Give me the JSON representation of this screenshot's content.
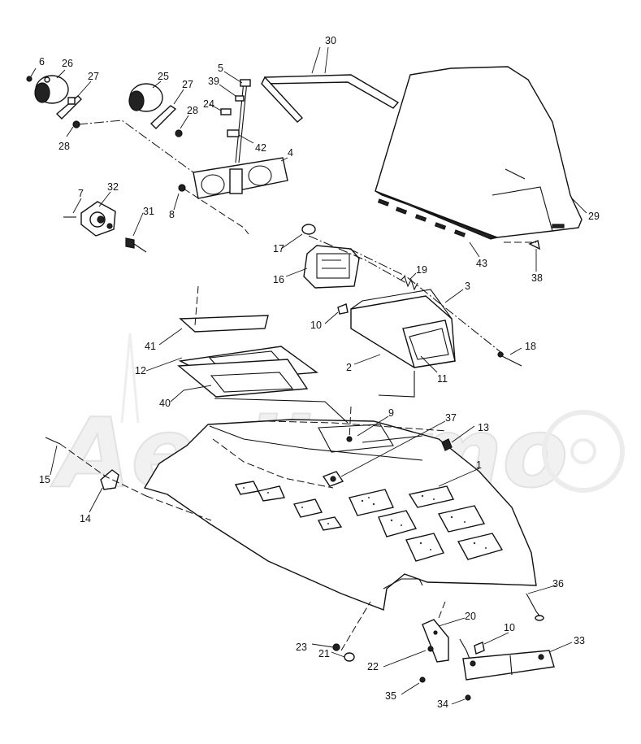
{
  "watermark": "Aerikomo",
  "callouts": [
    "1",
    "2",
    "3",
    "4",
    "5",
    "6",
    "7",
    "8",
    "9",
    "10",
    "10",
    "11",
    "12",
    "13",
    "14",
    "15",
    "16",
    "17",
    "18",
    "19",
    "20",
    "21",
    "22",
    "23",
    "24",
    "25",
    "26",
    "27",
    "27",
    "28",
    "28",
    "29",
    "30",
    "31",
    "32",
    "33",
    "34",
    "35",
    "36",
    "37",
    "38",
    "39",
    "40",
    "41",
    "42",
    "43"
  ]
}
